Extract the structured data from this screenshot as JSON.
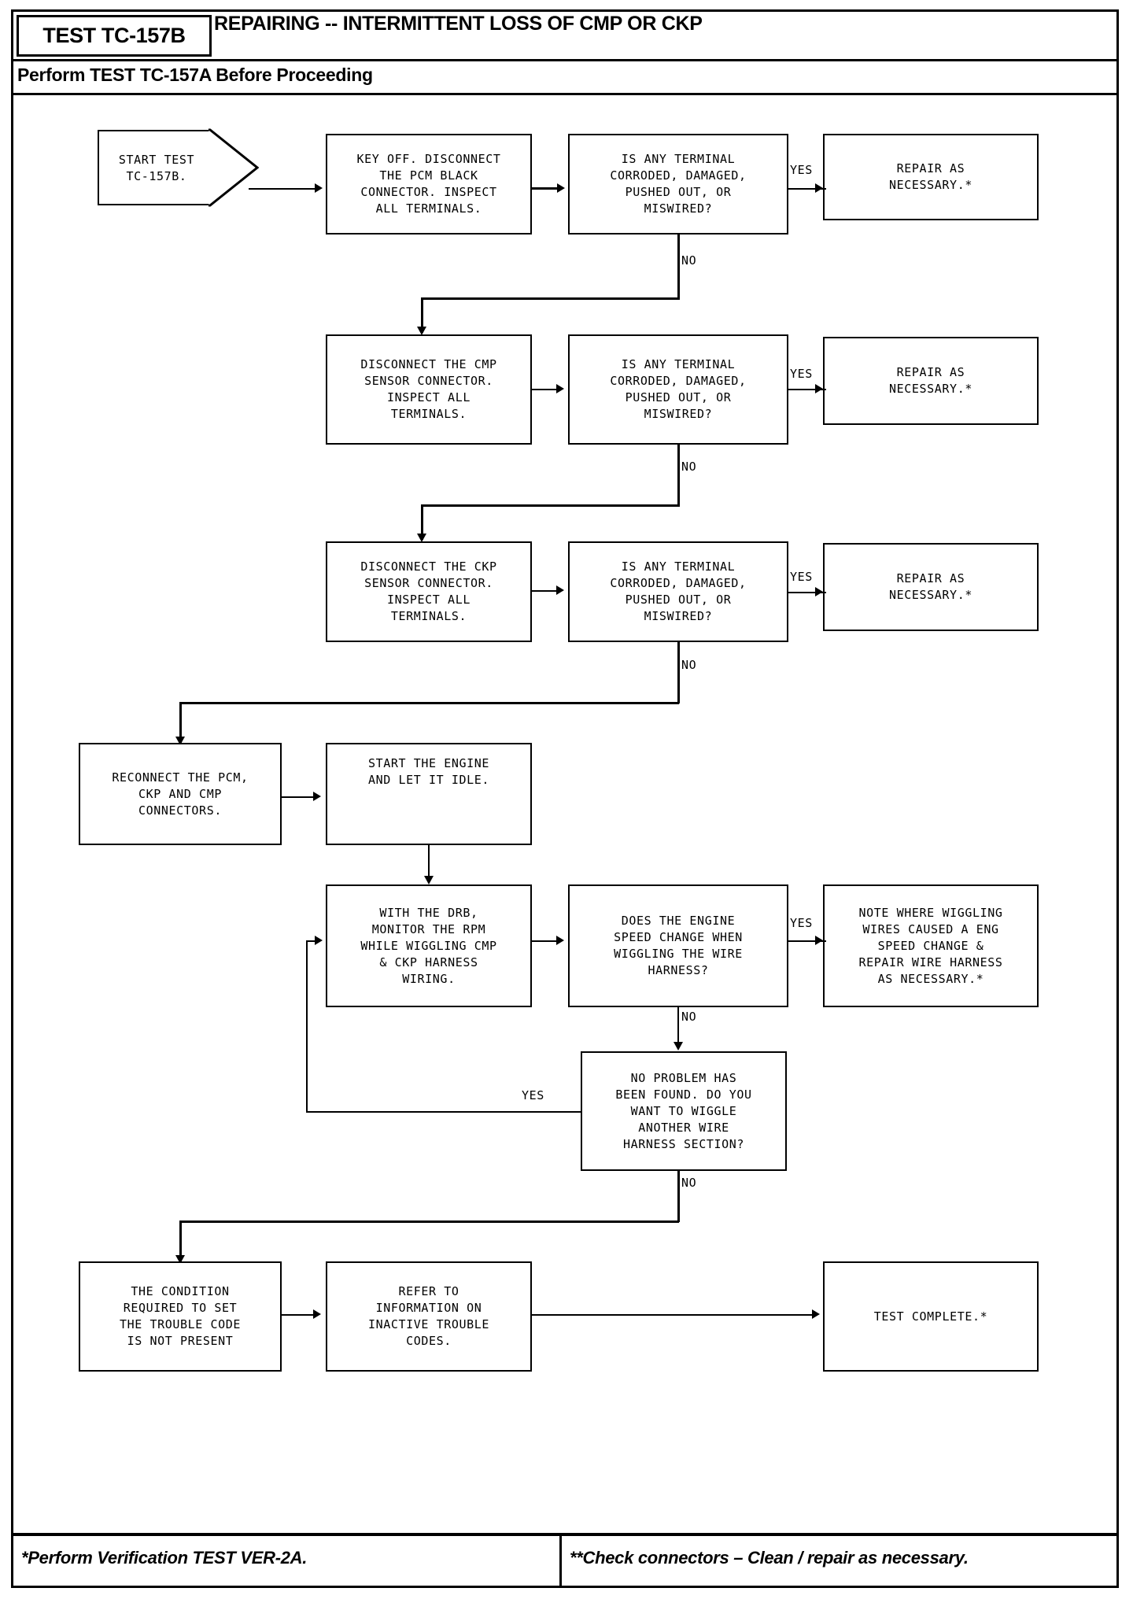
{
  "header": {
    "test_id": "TEST TC-157B",
    "title": "REPAIRING -- INTERMITTENT LOSS OF CMP OR CKP",
    "subtitle": "Perform TEST TC-157A Before Proceeding"
  },
  "footer": {
    "left_note": "*Perform Verification TEST VER-2A.",
    "right_note": "**Check connectors – Clean / repair as necessary."
  },
  "flow": {
    "nodes": [
      {
        "id": "start",
        "label": "START TEST\nTC-157B."
      },
      {
        "id": "pcm_inspect",
        "label": "KEY OFF. DISCONNECT\nTHE PCM BLACK\nCONNECTOR. INSPECT\nALL TERMINALS."
      },
      {
        "id": "q_pcm",
        "label": "IS ANY TERMINAL\nCORRODED, DAMAGED,\nPUSHED OUT, OR\nMISWIRED?"
      },
      {
        "id": "repair1",
        "label": "REPAIR AS\nNECESSARY.*"
      },
      {
        "id": "cmp_inspect",
        "label": "DISCONNECT THE CMP\nSENSOR CONNECTOR.\nINSPECT ALL\nTERMINALS."
      },
      {
        "id": "q_cmp",
        "label": "IS ANY TERMINAL\nCORRODED, DAMAGED,\nPUSHED OUT, OR\nMISWIRED?"
      },
      {
        "id": "repair2",
        "label": "REPAIR AS\nNECESSARY.*"
      },
      {
        "id": "ckp_inspect",
        "label": "DISCONNECT THE CKP\nSENSOR CONNECTOR.\nINSPECT ALL\nTERMINALS."
      },
      {
        "id": "q_ckp",
        "label": "IS ANY TERMINAL\nCORRODED, DAMAGED,\nPUSHED OUT, OR\nMISWIRED?"
      },
      {
        "id": "repair3",
        "label": "REPAIR AS\nNECESSARY.*"
      },
      {
        "id": "reconnect",
        "label": "RECONNECT THE PCM,\nCKP AND CMP\nCONNECTORS."
      },
      {
        "id": "start_engine",
        "label": "START THE ENGINE\nAND LET IT IDLE."
      },
      {
        "id": "drb_monitor",
        "label": "WITH THE DRB,\nMONITOR THE RPM\nWHILE WIGGLING CMP\n& CKP HARNESS\nWIRING."
      },
      {
        "id": "q_speed",
        "label": "DOES THE ENGINE\nSPEED CHANGE WHEN\nWIGGLING THE WIRE\nHARNESS?"
      },
      {
        "id": "note_wiggle",
        "label": "NOTE WHERE WIGGLING\nWIRES CAUSED A ENG\nSPEED CHANGE &\nREPAIR WIRE HARNESS\nAS NECESSARY.*"
      },
      {
        "id": "q_another",
        "label": "NO PROBLEM HAS\nBEEN FOUND. DO YOU\nWANT TO WIGGLE\nANOTHER WIRE\nHARNESS SECTION?"
      },
      {
        "id": "not_present",
        "label": "THE CONDITION\nREQUIRED TO SET\nTHE TROUBLE CODE\nIS NOT PRESENT"
      },
      {
        "id": "refer_info",
        "label": "REFER TO\nINFORMATION ON\nINACTIVE TROUBLE\nCODES."
      },
      {
        "id": "complete",
        "label": "TEST COMPLETE.*"
      }
    ],
    "edge_labels": {
      "yes1": "YES",
      "no1": "NO",
      "yes2": "YES",
      "no2": "NO",
      "yes3": "YES",
      "no3": "NO",
      "yes4": "YES",
      "no4": "NO",
      "yes5": "YES",
      "no5": "NO"
    }
  },
  "colors": {
    "ink": "#000000",
    "paper": "#ffffff"
  }
}
